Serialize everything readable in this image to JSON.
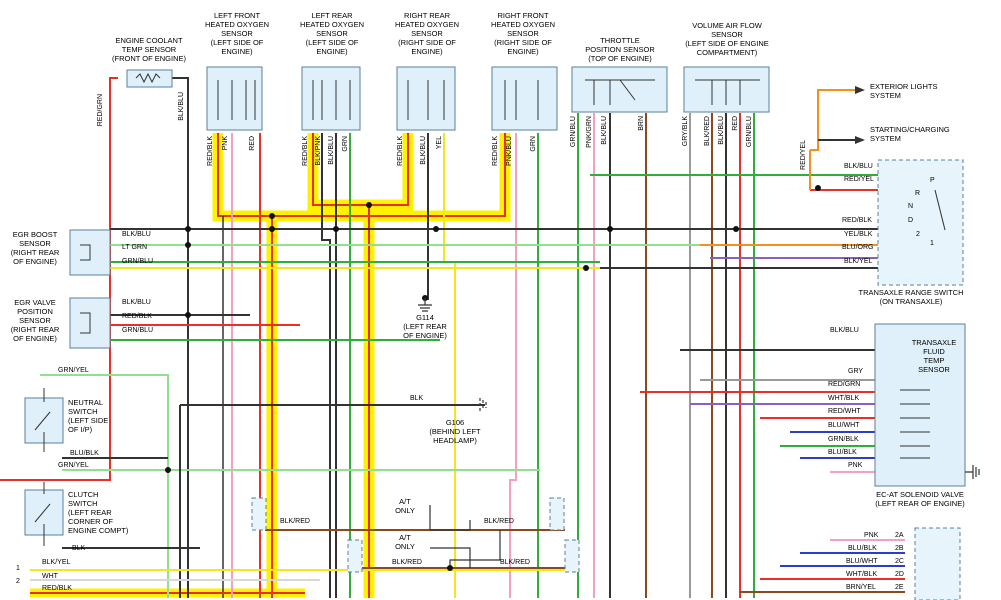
{
  "colors": {
    "RED": "#e8302a",
    "BLK": "#333333",
    "PNK": "#f2a0c4",
    "GRN": "#2fae3c",
    "YEL": "#f1e81c",
    "BLU": "#2a3fc6",
    "ORG": "#f39020",
    "BRN": "#8b4a1e",
    "GRY": "#9a9a9a",
    "WHT": "#d8d8d8",
    "LTGRN": "#90e090",
    "PPL": "#8a5fbf",
    "highlight": "#fff200"
  },
  "components": {
    "coolant": "ENGINE COOLANT\nTEMP SENSOR\n(FRONT OF ENGINE)",
    "lf_o2": "LEFT FRONT\nHEATED OXYGEN\nSENSOR\n(LEFT SIDE OF\nENGINE)",
    "lr_o2": "LEFT REAR\nHEATED OXYGEN\nSENSOR\n(LEFT SIDE OF\nENGINE)",
    "rr_o2": "RIGHT REAR\nHEATED OXYGEN\nSENSOR\n(RIGHT SIDE OF\nENGINE)",
    "rf_o2": "RIGHT FRONT\nHEATED OXYGEN\nSENSOR\n(RIGHT SIDE OF\nENGINE)",
    "tps": "THROTTLE\nPOSITION SENSOR\n(TOP OF ENGINE)",
    "vaf": "VOLUME AIR FLOW\nSENSOR\n(LEFT SIDE OF ENGINE\nCOMPARTMENT)",
    "ext_lights": "EXTERIOR LIGHTS\nSYSTEM",
    "starting": "STARTING/CHARGING\nSYSTEM",
    "egr_boost": "EGR BOOST\nSENSOR\n(RIGHT REAR\nOF ENGINE)",
    "egr_valve": "EGR VALVE\nPOSITION\nSENSOR\n(RIGHT REAR\nOF ENGINE)",
    "g114": "G114\n(LEFT REAR\nOF ENGINE)",
    "neutral_sw": "NEUTRAL\nSWITCH\n(LEFT SIDE\nOF I/P)",
    "g106": "G106\n(BEHIND LEFT\nHEADLAMP)",
    "clutch_sw": "CLUTCH\nSWITCH\n(LEFT REAR\nCORNER OF\nENGINE COMPT)",
    "trs": "TRANSAXLE RANGE SWITCH\n(ON TRANSAXLE)",
    "tft": "TRANSAXLE\nFLUID\nTEMP\nSENSOR",
    "solenoid": "EC-AT SOLENOID VALVE\n(LEFT REAR OF ENGINE)",
    "at_only": "A/T\nONLY"
  },
  "wire_labels": {
    "coolant_l": "RED/GRN",
    "coolant_r": "BLK/BLU",
    "lf_1": "RED/BLK",
    "lf_2": "PNK",
    "lf_3": "RED",
    "lr_1": "RED/BLK",
    "lr_2": "BLK/PNK",
    "lr_3": "BLK/BLU",
    "lr_4": "GRN",
    "rr_1": "RED/BLK",
    "rr_2": "BLK/BLU",
    "rr_3": "YEL",
    "rf_1": "RED/BLK",
    "rf_2": "PNK/BLU",
    "rf_3": "GRN",
    "tps_1": "GRN/BLU",
    "tps_2": "PNK/GRN",
    "tps_3": "BLK/BLU",
    "tps_4": "BRN",
    "vaf_1": "GRY/BLK",
    "vaf_2": "BLK/RED",
    "vaf_3": "BLK/BLU",
    "vaf_4": "RED",
    "vaf_5": "GRN/BLU",
    "red_yel_v": "RED/YEL",
    "trs_1": "BLK/BLU",
    "trs_2": "RED/YEL",
    "trs_3": "RED/BLK",
    "trs_4": "YEL/BLK",
    "trs_5": "BLU/ORG",
    "trs_6": "BLK/YEL",
    "egrb_1": "BLK/BLU",
    "egrb_2": "LT GRN",
    "egrb_3": "GRN/BLU",
    "egrv_1": "BLK/BLU",
    "egrv_2": "RED/BLK",
    "egrv_3": "GRN/BLU",
    "tft_blkblu": "BLK/BLU",
    "sol_1": "GRY",
    "sol_2": "RED/GRN",
    "sol_3": "WHT/BLK",
    "sol_4": "RED/WHT",
    "sol_5": "BLU/WHT",
    "sol_6": "GRN/BLK",
    "sol_7": "BLU/BLK",
    "sol_8": "PNK",
    "neutral_top": "GRN/YEL",
    "g106_wire": "BLK",
    "neutral_bot": "BLU/BLK",
    "clutch_top": "GRN/YEL",
    "clutch_bot": "BLK",
    "blk_red_1": "BLK/RED",
    "blk_red_2": "BLK/RED",
    "blk_red_3": "BLK/RED",
    "blk_red_4": "BLK/RED",
    "bottom_1": "BLK/YEL",
    "bottom_2": "WHT",
    "bottom_3": "RED/BLK",
    "conn_1": "PNK",
    "conn_2": "BLU/BLK",
    "conn_3": "BLU/WHT",
    "conn_4": "WHT/BLK",
    "conn_5": "BRN/YEL"
  },
  "pins": {
    "trs_p": "P",
    "trs_r": "R",
    "trs_n": "N",
    "trs_d": "D",
    "trs_2": "2",
    "trs_1": "1",
    "c_2a": "2A",
    "c_2b": "2B",
    "c_2c": "2C",
    "c_2d": "2D",
    "c_2e": "2E",
    "b1": "1",
    "b2": "2"
  }
}
